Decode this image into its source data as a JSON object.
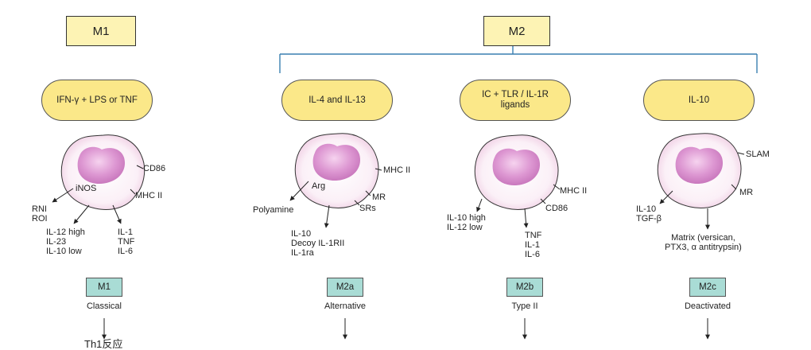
{
  "headers": {
    "m1": "M1",
    "m2": "M2"
  },
  "stimuli": {
    "m1": "IFN-γ + LPS or TNF",
    "m2a": "IL-4 and IL-13",
    "m2b": "IC + TLR / IL-1R ligands",
    "m2c": "IL-10"
  },
  "cells": {
    "m1": {
      "markers": [
        "CD86",
        "MHC II"
      ],
      "inner": "iNOS",
      "outputs": {
        "left": [
          "RNI",
          "ROI"
        ],
        "middle": [
          "IL-12 high",
          "IL-23",
          "IL-10 low"
        ],
        "right": [
          "IL-1",
          "TNF",
          "IL-6"
        ]
      }
    },
    "m2a": {
      "markers": [
        "MHC II",
        "MR",
        "SRs"
      ],
      "inner": "Arg",
      "outputs": {
        "left": [
          "Polyamine"
        ],
        "middle": [
          "IL-10",
          "Decoy IL-1RII",
          "IL-1ra"
        ]
      }
    },
    "m2b": {
      "markers": [
        "MHC II",
        "CD86"
      ],
      "outputs": {
        "left": [
          "IL-10 high",
          "IL-12 low"
        ],
        "middle": [
          "TNF",
          "IL-1",
          "IL-6"
        ]
      }
    },
    "m2c": {
      "markers": [
        "SLAM",
        "MR"
      ],
      "outputs": {
        "left": [
          "IL-10",
          "TGF-β"
        ],
        "middle": [
          "Matrix (versican,",
          "PTX3, α antitrypsin)"
        ]
      }
    }
  },
  "types": [
    {
      "tag": "M1",
      "label": "Classical"
    },
    {
      "tag": "M2a",
      "label": "Alternative"
    },
    {
      "tag": "M2b",
      "label": "Type II"
    },
    {
      "tag": "M2c",
      "label": "Deactivated"
    }
  ],
  "footer": {
    "m1_outcome": "Th1反应"
  },
  "colors": {
    "header_fill": "#fdf3b4",
    "pill_fill": "#fbe889",
    "tag_fill": "#a9dcd5",
    "bracket": "#3a7fb0",
    "nucleus": "#d98fce",
    "membrane": "#f6e2ef"
  }
}
